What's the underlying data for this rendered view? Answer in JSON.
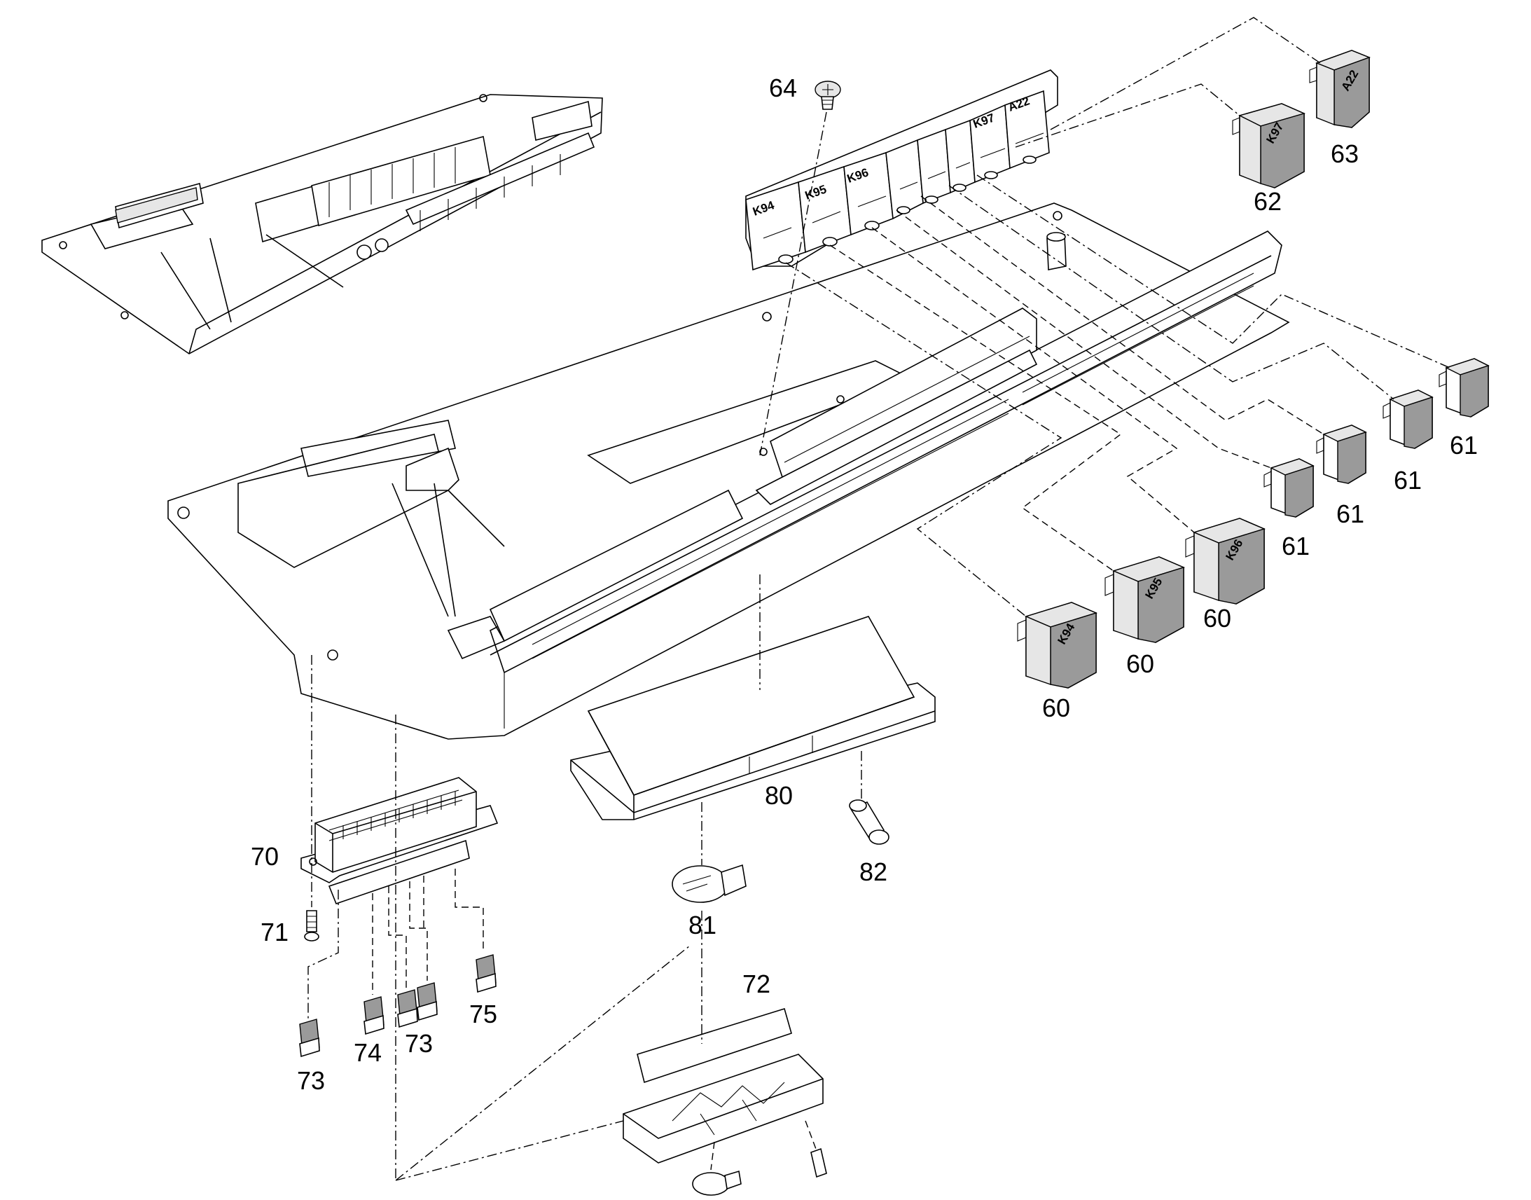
{
  "callouts": {
    "c64": "64",
    "c63": "63",
    "c62": "62",
    "c61a": "61",
    "c61b": "61",
    "c61c": "61",
    "c61d": "61",
    "c60a": "60",
    "c60b": "60",
    "c60c": "60",
    "c70": "70",
    "c71": "71",
    "c72": "72",
    "c73a": "73",
    "c73b": "73",
    "c74": "74",
    "c75": "75",
    "c80": "80",
    "c81": "81",
    "c82": "82"
  },
  "relay_codes": {
    "r63": "A22",
    "r62": "K97",
    "r60a": "K94",
    "r60b": "K95",
    "r60c": "K96"
  },
  "socket_codes": {
    "s1": "K94",
    "s2": "K95",
    "s3": "K96",
    "s4": "K97",
    "s5": "A22"
  },
  "colors": {
    "line": "#000000",
    "background": "#ffffff",
    "relay_dark": "#9a9a9a",
    "relay_light": "#e6e6e6"
  }
}
